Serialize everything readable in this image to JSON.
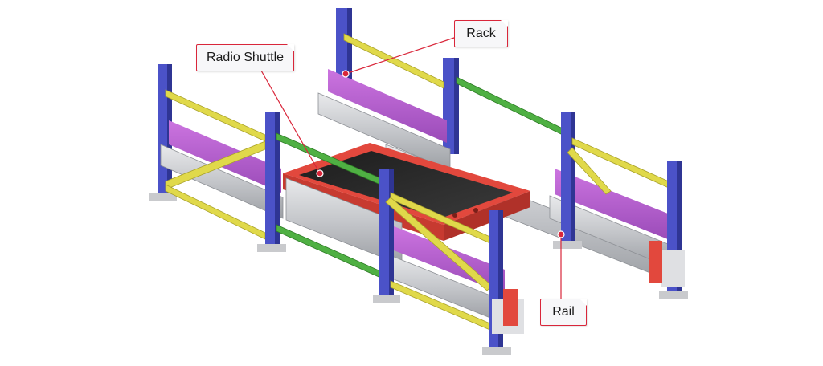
{
  "labels": {
    "rack": "Rack",
    "radio_shuttle": "Radio Shuttle",
    "rail": "Rail"
  },
  "colors": {
    "upright": "#4b52c8",
    "upright_dark": "#2f3594",
    "beam_yellow": "#e0d94a",
    "beam_green": "#4fb043",
    "guide_purple": "#b45bd0",
    "rail_silver": "#c7c9cc",
    "shuttle_red": "#e2483d",
    "belt_black": "#2b2b2b",
    "accent_red": "#d9263a"
  }
}
